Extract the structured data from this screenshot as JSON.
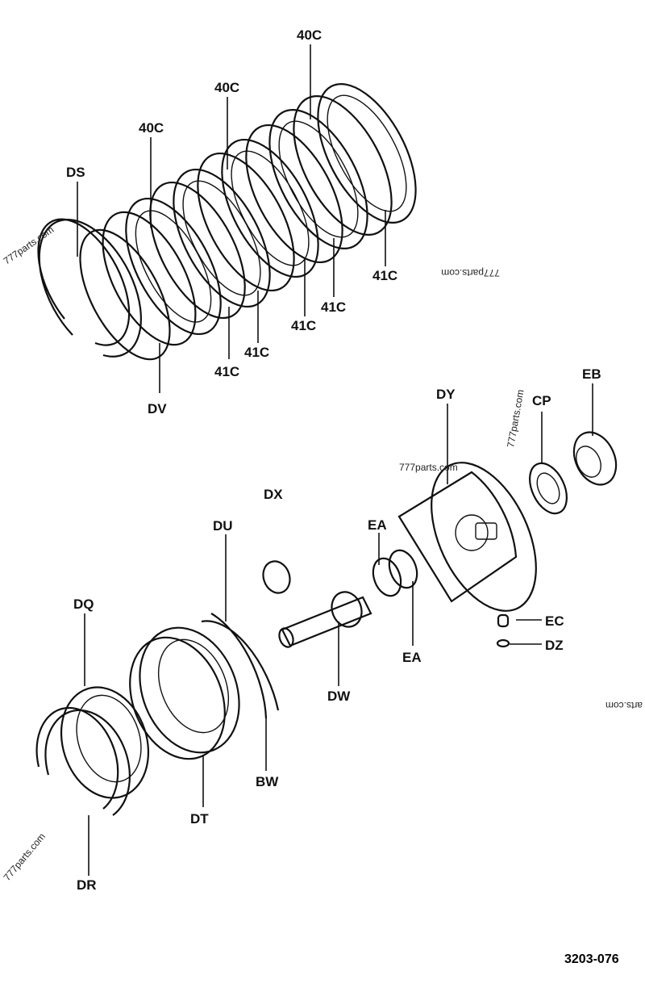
{
  "labels": {
    "ds": "DS",
    "dv": "DV",
    "c40_1": "40C",
    "c40_2": "40C",
    "c40_3": "40C",
    "c41_1": "41C",
    "c41_2": "41C",
    "c41_3": "41C",
    "c41_4": "41C",
    "c41_5": "41C",
    "dy": "DY",
    "cp": "CP",
    "eb": "EB",
    "dx": "DX",
    "du": "DU",
    "ea_1": "EA",
    "ea_2": "EA",
    "ec": "EC",
    "dz": "DZ",
    "dw": "DW",
    "dq": "DQ",
    "dt": "DT",
    "bw": "BW",
    "dr": "DR"
  },
  "watermarks": {
    "w1": "777parts.com",
    "w2": "777parts.com",
    "w3": "777parts.com",
    "w4": "777parts.com",
    "w5": "arts.com",
    "w6": "777parts.com"
  },
  "figure_code": "3203-076"
}
